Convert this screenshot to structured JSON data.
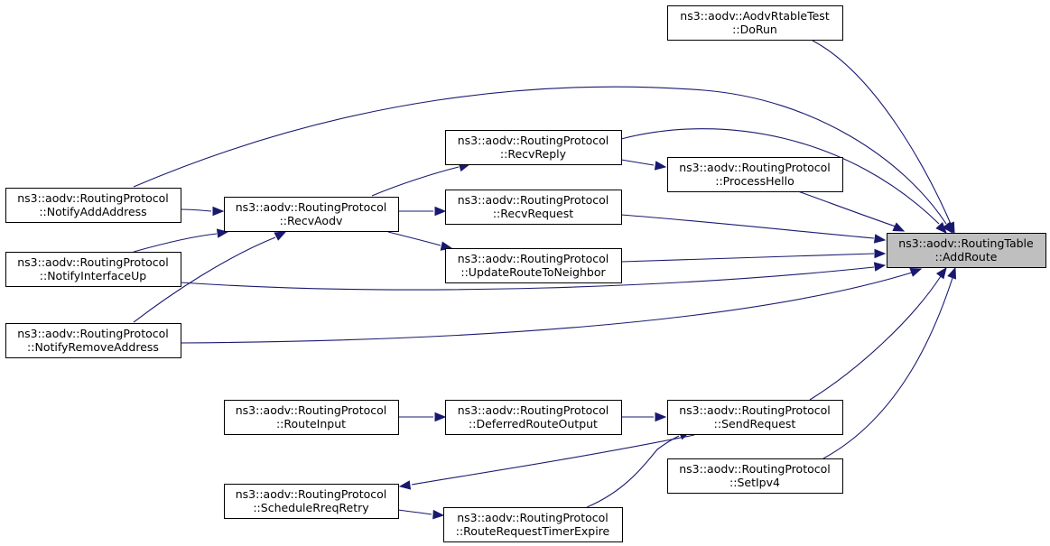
{
  "diagram": {
    "nodes": [
      {
        "id": "target",
        "line1": "ns3::aodv::RoutingTable",
        "line2": "::AddRoute",
        "highlight": true
      },
      {
        "id": "dorun",
        "line1": "ns3::aodv::AodvRtableTest",
        "line2": "::DoRun"
      },
      {
        "id": "recvreply",
        "line1": "ns3::aodv::RoutingProtocol",
        "line2": "::RecvReply"
      },
      {
        "id": "processhello",
        "line1": "ns3::aodv::RoutingProtocol",
        "line2": "::ProcessHello"
      },
      {
        "id": "notifyadd",
        "line1": "ns3::aodv::RoutingProtocol",
        "line2": "::NotifyAddAddress"
      },
      {
        "id": "recvaodv",
        "line1": "ns3::aodv::RoutingProtocol",
        "line2": "::RecvAodv"
      },
      {
        "id": "recvrequest",
        "line1": "ns3::aodv::RoutingProtocol",
        "line2": "::RecvRequest"
      },
      {
        "id": "notifyif",
        "line1": "ns3::aodv::RoutingProtocol",
        "line2": "::NotifyInterfaceUp"
      },
      {
        "id": "updateroute",
        "line1": "ns3::aodv::RoutingProtocol",
        "line2": "::UpdateRouteToNeighbor"
      },
      {
        "id": "notifyremove",
        "line1": "ns3::aodv::RoutingProtocol",
        "line2": "::NotifyRemoveAddress"
      },
      {
        "id": "routeinput",
        "line1": "ns3::aodv::RoutingProtocol",
        "line2": "::RouteInput"
      },
      {
        "id": "deferred",
        "line1": "ns3::aodv::RoutingProtocol",
        "line2": "::DeferredRouteOutput"
      },
      {
        "id": "sendrequest",
        "line1": "ns3::aodv::RoutingProtocol",
        "line2": "::SendRequest"
      },
      {
        "id": "setipv4",
        "line1": "ns3::aodv::RoutingProtocol",
        "line2": "::SetIpv4"
      },
      {
        "id": "schedule",
        "line1": "ns3::aodv::RoutingProtocol",
        "line2": "::ScheduleRreqRetry"
      },
      {
        "id": "timerexpire",
        "line1": "ns3::aodv::RoutingProtocol",
        "line2": "::RouteRequestTimerExpire"
      }
    ],
    "edges": [
      {
        "from": "dorun",
        "to": "target"
      },
      {
        "from": "notifyadd",
        "to": "target"
      },
      {
        "from": "recvreply",
        "to": "target"
      },
      {
        "from": "processhello",
        "to": "target"
      },
      {
        "from": "recvrequest",
        "to": "target"
      },
      {
        "from": "updateroute",
        "to": "target"
      },
      {
        "from": "notifyif",
        "to": "target"
      },
      {
        "from": "notifyremove",
        "to": "target"
      },
      {
        "from": "sendrequest",
        "to": "target"
      },
      {
        "from": "setipv4",
        "to": "target"
      },
      {
        "from": "recvreply",
        "to": "processhello"
      },
      {
        "from": "recvaodv",
        "to": "recvreply"
      },
      {
        "from": "recvaodv",
        "to": "recvrequest"
      },
      {
        "from": "recvaodv",
        "to": "updateroute"
      },
      {
        "from": "notifyadd",
        "to": "recvaodv"
      },
      {
        "from": "notifyif",
        "to": "recvaodv"
      },
      {
        "from": "notifyremove",
        "to": "recvaodv"
      },
      {
        "from": "routeinput",
        "to": "deferred"
      },
      {
        "from": "deferred",
        "to": "sendrequest"
      },
      {
        "from": "sendrequest",
        "to": "schedule"
      },
      {
        "from": "timerexpire",
        "to": "sendrequest"
      },
      {
        "from": "schedule",
        "to": "timerexpire"
      }
    ]
  }
}
